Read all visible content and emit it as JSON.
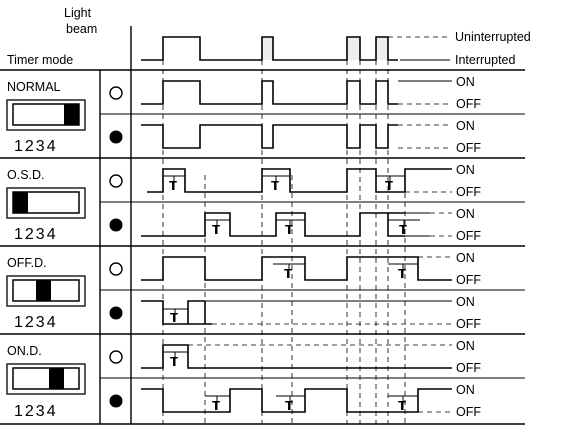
{
  "header": {
    "light_beam_line1": "Light",
    "light_beam_line2": "beam",
    "timer_mode": "Timer mode"
  },
  "beam_states": {
    "uninterrupted": "Uninterrupted",
    "interrupted": "Interrupted"
  },
  "output_states": {
    "on": "ON",
    "off": "OFF"
  },
  "timer_letter": "T",
  "switch_numbers": "1234",
  "indicators": {
    "open_circle": "open-circle-icon",
    "filled_circle": "filled-circle-icon"
  },
  "modes": [
    {
      "name": "NORMAL",
      "switch_position": "right"
    },
    {
      "name": "O.S.D.",
      "switch_position": "left"
    },
    {
      "name": "OFF.D.",
      "switch_position": "center-left"
    },
    {
      "name": "ON.D.",
      "switch_position": "center-right"
    }
  ]
}
